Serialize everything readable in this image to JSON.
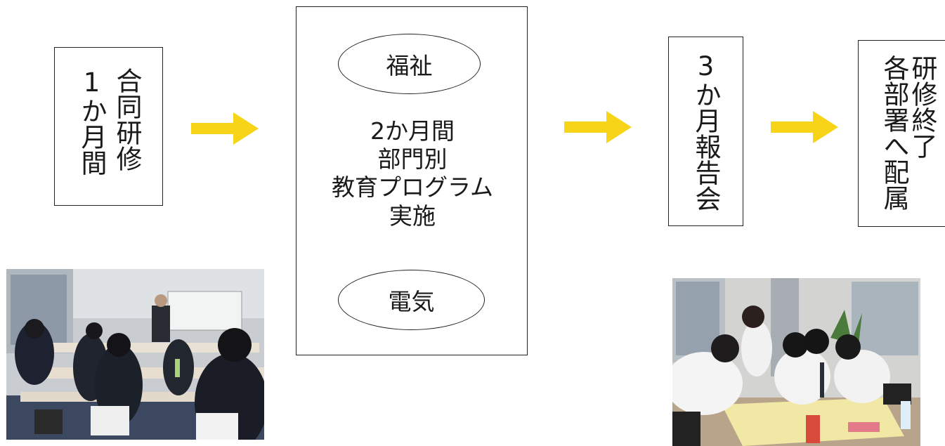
{
  "step1": {
    "col1": "合同研修",
    "col2": "1か月間"
  },
  "step2": {
    "top_bubble": "福祉",
    "lines": [
      "2か月間",
      "部門別",
      "教育プログラム",
      "実施"
    ],
    "bottom_bubble": "電気"
  },
  "step3": {
    "text": "3か月報告会"
  },
  "step4": {
    "col1": "研修終了",
    "col2": "各部署へ配属"
  },
  "colors": {
    "arrow": "#f7d417",
    "border": "#222222"
  },
  "photos": [
    {
      "name": "training-classroom-photo"
    },
    {
      "name": "group-workshop-photo"
    }
  ]
}
